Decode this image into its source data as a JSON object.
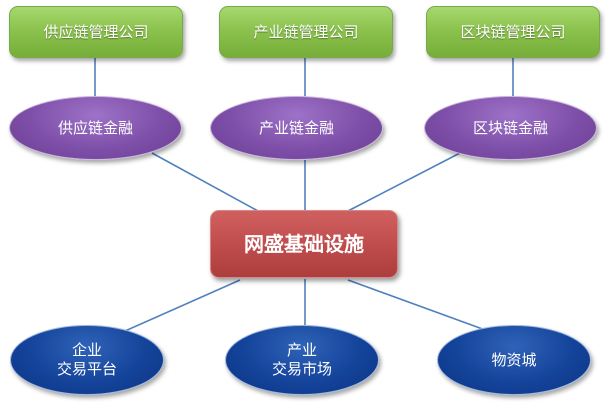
{
  "colors": {
    "company_fill": "#8cc24e",
    "finance_fill": "#7e4fa8",
    "hub_fill": "#c04d4d",
    "market_fill": "#14439a",
    "link_stroke": "#4f81bd"
  },
  "companies": [
    {
      "label": "供应链管理公司"
    },
    {
      "label": "产业链管理公司"
    },
    {
      "label": "区块链管理公司"
    }
  ],
  "finance": [
    {
      "label": "供应链金融"
    },
    {
      "label": "产业链金融"
    },
    {
      "label": "区块链金融"
    }
  ],
  "hub": {
    "label": "网盛基础设施"
  },
  "markets": [
    {
      "line1": "企业",
      "line2": "交易平台"
    },
    {
      "line1": "产业",
      "line2": "交易市场"
    },
    {
      "line1": "物资城",
      "line2": ""
    }
  ]
}
